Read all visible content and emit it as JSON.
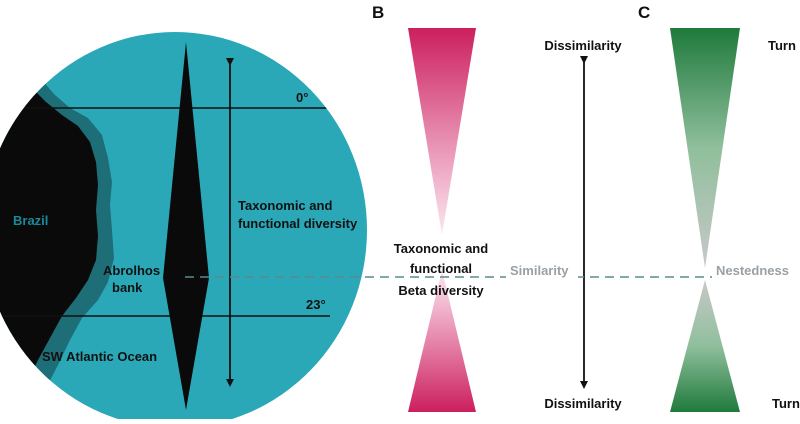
{
  "panels": {
    "b": "B",
    "c": "C"
  },
  "map": {
    "region": "Brazil",
    "bank_line1": "Abrolhos",
    "bank_line2": "bank",
    "ocean": "SW Atlantic Ocean",
    "lat_top": "0°",
    "lat_bottom": "23°",
    "diversity_line1": "Taxonomic and",
    "diversity_line2": "functional diversity"
  },
  "panel_b": {
    "line1": "Taxonomic and",
    "line2": "functional",
    "line3": "Beta diversity",
    "similarity": "Similarity",
    "dissimilarity_top": "Dissimilarity",
    "dissimilarity_bottom": "Dissimilarity"
  },
  "panel_c": {
    "nestedness": "Nestedness",
    "turnover_top": "Turn",
    "turnover_bottom": "Turn"
  },
  "colors": {
    "ocean": "#2aa8b8",
    "land_dark": "#0a0a0a",
    "shelf": "#1e6e78",
    "magenta": "#cc1f5e",
    "green": "#1f7a3c",
    "dashed_line": "#5a8a8e"
  }
}
